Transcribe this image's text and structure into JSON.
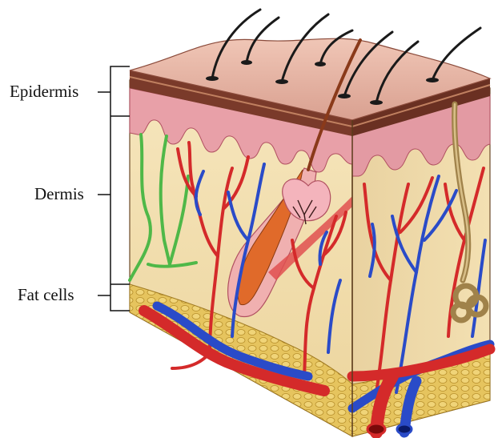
{
  "labels": {
    "epidermis": "Epidermis",
    "dermis": "Dermis",
    "fat_cells": "Fat cells"
  },
  "colors": {
    "epidermis_top": "#e8b4a4",
    "epidermis_band": "#7a3a2a",
    "dermis_pink": "#e89aa4",
    "dermis": "#f2dfae",
    "fat": "#e3c15a",
    "artery": "#d42a2a",
    "vein": "#2a4bc8",
    "nerve": "#4fb848",
    "hair": "#1a1a1a"
  }
}
